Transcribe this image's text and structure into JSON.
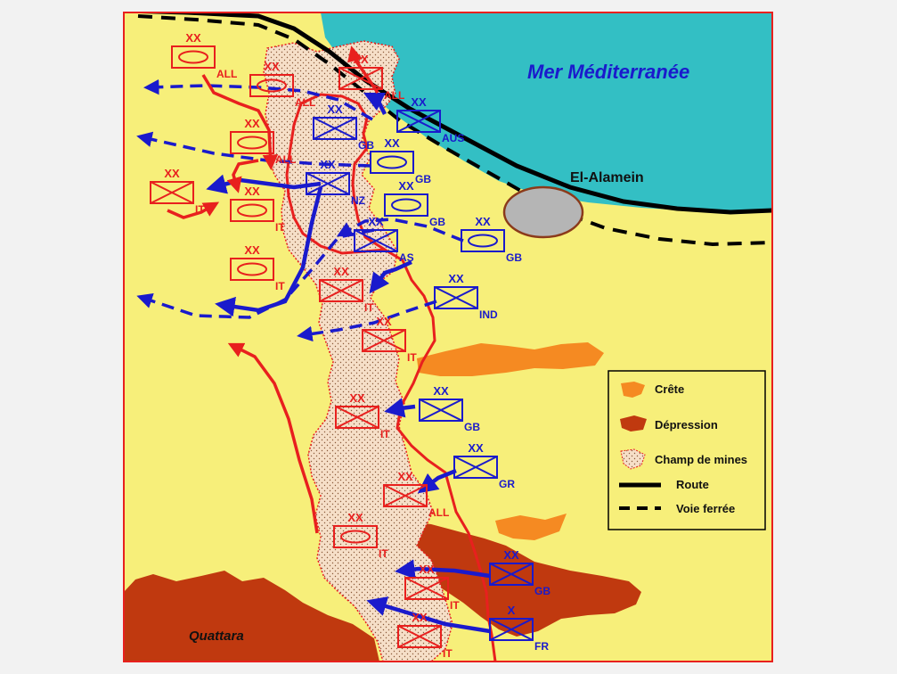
{
  "map": {
    "sea_label": "Mer Méditerranée",
    "city_label": "El-Alamein",
    "depression_label": "Quattara"
  },
  "colors": {
    "axis": "#e8201e",
    "allied": "#1a1acc",
    "sea": "#33bfc4",
    "land": "#f7ef7a",
    "ridge": "#f58a22",
    "depression": "#c0390f",
    "minefield": "#f6dfc8"
  },
  "units": {
    "axis": [
      {
        "echelon": "XX",
        "type": "armoured",
        "tag": "ALL"
      },
      {
        "echelon": "XX",
        "type": "armoured",
        "tag": "ALL"
      },
      {
        "echelon": "XX",
        "type": "infantry",
        "tag": "IT"
      },
      {
        "echelon": "XX",
        "type": "armoured",
        "tag": "ALL"
      },
      {
        "echelon": "XX",
        "type": "armoured",
        "tag": "IT"
      },
      {
        "echelon": "XX",
        "type": "infantry",
        "tag": "ALL"
      },
      {
        "echelon": "XX",
        "type": "armoured",
        "tag": "IT"
      },
      {
        "echelon": "XX",
        "type": "infantry",
        "tag": "IT"
      },
      {
        "echelon": "XX",
        "type": "infantry",
        "tag": "IT"
      },
      {
        "echelon": "XX",
        "type": "infantry",
        "tag": "IT"
      },
      {
        "echelon": "XX",
        "type": "infantry",
        "tag": "ALL"
      },
      {
        "echelon": "XX",
        "type": "armoured",
        "tag": "IT"
      },
      {
        "echelon": "XX",
        "type": "infantry",
        "tag": "IT"
      },
      {
        "echelon": "XX",
        "type": "infantry",
        "tag": "IT"
      }
    ],
    "allied": [
      {
        "echelon": "XX",
        "type": "infantry",
        "tag": "AUS"
      },
      {
        "echelon": "XX",
        "type": "infantry",
        "tag": "GB"
      },
      {
        "echelon": "XX",
        "type": "armoured",
        "tag": "GB"
      },
      {
        "echelon": "XX",
        "type": "infantry",
        "tag": "NZ"
      },
      {
        "echelon": "XX",
        "type": "armoured",
        "tag": "GB"
      },
      {
        "echelon": "XX",
        "type": "infantry",
        "tag": "AS"
      },
      {
        "echelon": "XX",
        "type": "armoured",
        "tag": "GB"
      },
      {
        "echelon": "XX",
        "type": "infantry",
        "tag": "IND"
      },
      {
        "echelon": "XX",
        "type": "infantry",
        "tag": "GB"
      },
      {
        "echelon": "XX",
        "type": "infantry",
        "tag": "GR"
      },
      {
        "echelon": "XX",
        "type": "infantry",
        "tag": "GB"
      },
      {
        "echelon": "X",
        "type": "infantry",
        "tag": "FR"
      }
    ]
  },
  "legend": {
    "items": [
      {
        "label": "Crête",
        "icon": "ridge-swatch"
      },
      {
        "label": "Dépression",
        "icon": "depression-swatch"
      },
      {
        "label": "Champ de mines",
        "icon": "minefield-swatch"
      },
      {
        "label": "Route",
        "icon": "road-line"
      },
      {
        "label": "Voie ferrée",
        "icon": "railway-line"
      }
    ]
  }
}
